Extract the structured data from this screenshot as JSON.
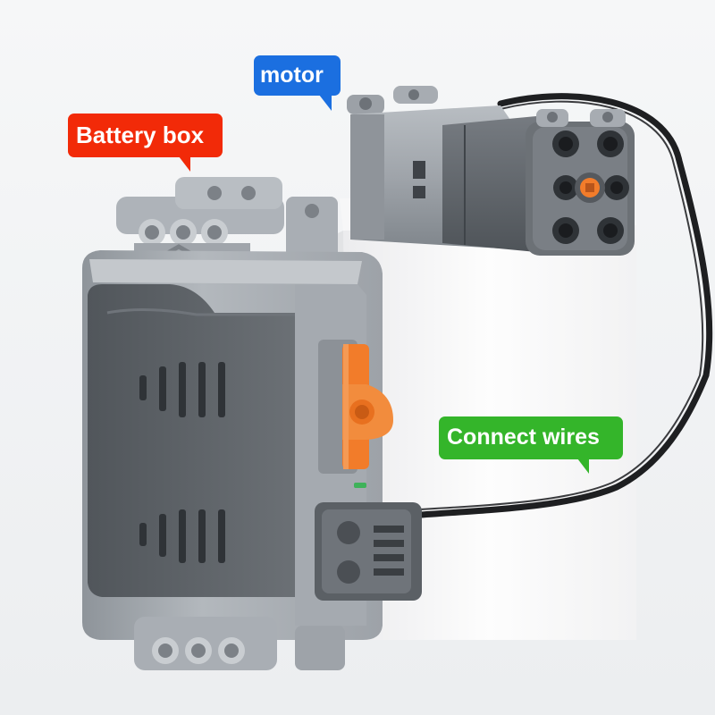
{
  "callouts": {
    "motor": {
      "text": "motor",
      "color": "#1b6fe0"
    },
    "battery_box": {
      "text": "Battery box",
      "color": "#f22a08"
    },
    "connect_wires": {
      "text": "Connect wires",
      "color": "#34b52a"
    }
  },
  "palette": {
    "background": "#f3f4f5",
    "pedestal": "#fafafa",
    "light_gray_plastic": "#a9aeb4",
    "dark_gray_plastic": "#5f6469",
    "orange_switch": "#f27c2a",
    "cable": "#1e1f21"
  },
  "objects": [
    "battery-box",
    "power-motor",
    "connector-cable",
    "white-pedestal"
  ]
}
